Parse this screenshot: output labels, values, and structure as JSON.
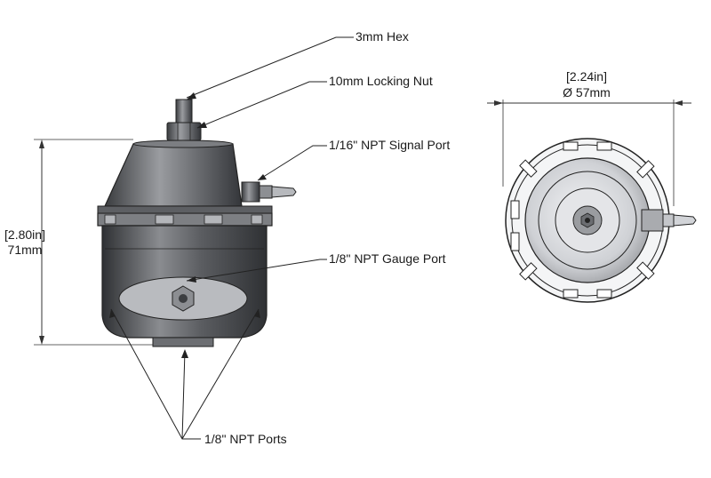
{
  "callouts": {
    "hex": "3mm Hex",
    "locking_nut": "10mm Locking Nut",
    "signal_port": "1/16\" NPT Signal Port",
    "gauge_port": "1/8\" NPT Gauge Port",
    "npt_ports": "1/8\" NPT Ports"
  },
  "dimensions": {
    "height_in": "[2.80in]",
    "height_mm": "71mm",
    "diameter_in": "[2.24in]",
    "diameter_mm": "Ø 57mm"
  },
  "colors": {
    "body_dark": "#4a4c4f",
    "body_mid": "#7a7c80",
    "body_light": "#c9cbcf",
    "line": "#222222"
  }
}
